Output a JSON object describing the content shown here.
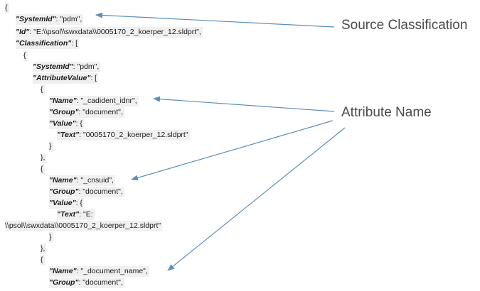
{
  "code": {
    "lines": [
      {
        "pre": "{",
        "key": "",
        "post": ""
      },
      {
        "pre": "",
        "key": "\"SystemId\"",
        "post": ": \"pdm\","
      },
      {
        "pre": "",
        "key": "\"Id\"",
        "post": ": \"E:\\\\psol\\\\swxdata\\\\0005170_2_koerper_12.sldprt\","
      },
      {
        "pre": "",
        "key": "\"Classification\"",
        "post": ": ["
      },
      {
        "pre": "{",
        "key": "",
        "post": ""
      },
      {
        "pre": "",
        "key": "\"SystemId\"",
        "post": ": \"pdm\","
      },
      {
        "pre": "",
        "key": "\"AttributeValue\"",
        "post": ": ["
      },
      {
        "pre": "{",
        "key": "",
        "post": ""
      },
      {
        "pre": "",
        "key": "\"Name\"",
        "post": ": \"_cadident_idnr\","
      },
      {
        "pre": "",
        "key": "\"Group\"",
        "post": ": \"document\","
      },
      {
        "pre": "",
        "key": "\"Value\"",
        "post": ": {"
      },
      {
        "pre": "",
        "key": "\"Text\"",
        "post": ": \"0005170_2_koerper_12.sldprt\""
      },
      {
        "pre": "}",
        "key": "",
        "post": ""
      },
      {
        "pre": "},",
        "key": "",
        "post": ""
      },
      {
        "pre": "{",
        "key": "",
        "post": ""
      },
      {
        "pre": "",
        "key": "\"Name\"",
        "post": ": \"_cnsuid\","
      },
      {
        "pre": "",
        "key": "\"Group\"",
        "post": ": \"document\","
      },
      {
        "pre": "",
        "key": "\"Value\"",
        "post": ": {"
      },
      {
        "pre": "",
        "key": "\"Text\"",
        "post": ": \"E:"
      },
      {
        "pre": "\\\\psol\\\\swxdata\\\\0005170_2_koerper_12.sldprt\"",
        "key": "",
        "post": ""
      },
      {
        "pre": "}",
        "key": "",
        "post": ""
      },
      {
        "pre": "},",
        "key": "",
        "post": ""
      },
      {
        "pre": "{",
        "key": "",
        "post": ""
      },
      {
        "pre": "",
        "key": "\"Name\"",
        "post": ": \"_document_name\","
      },
      {
        "pre": "",
        "key": "\"Group\"",
        "post": ": \"document\","
      }
    ]
  },
  "callouts": {
    "source_classification": "Source Classification",
    "attribute_name": "Attribute Name"
  },
  "colors": {
    "arrow": "#5b8fb9",
    "code_highlight": "#f0f0f0",
    "callout_text": "#4a4a4a"
  }
}
